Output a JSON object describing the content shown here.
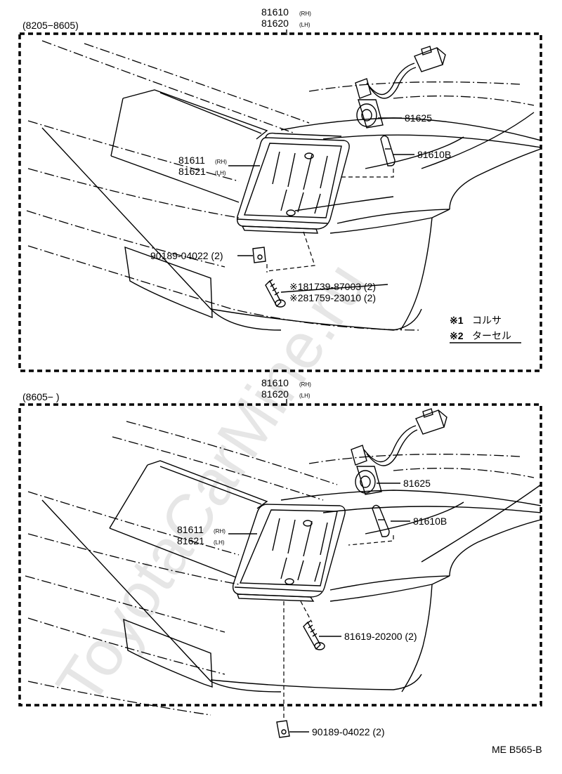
{
  "watermark": "ToyotaCarMine.ru",
  "footer_code": "ME B565-B",
  "legend": {
    "note1_mark": "※1",
    "note1_text": "コルサ",
    "note2_mark": "※2",
    "note2_text": "ターセル"
  },
  "panel_top": {
    "date_range": "(8205−8605)",
    "assembly_rh": "81610",
    "assembly_lh": "81620",
    "lens_rh": "81611",
    "lens_lh": "81621",
    "socket": "81625",
    "bulb": "81610B",
    "clip": "90189-04022 (2)",
    "screw1": "※181739-87003 (2)",
    "screw2": "※281759-23010 (2)"
  },
  "panel_bottom": {
    "date_range": "(8605−         )",
    "assembly_rh": "81610",
    "assembly_lh": "81620",
    "lens_rh": "81611",
    "lens_lh": "81621",
    "socket": "81625",
    "bulb": "81610B",
    "screw": "81619-20200 (2)",
    "clip": "90189-04022 (2)"
  },
  "side_marks": {
    "rh": "(RH)",
    "lh": "(LH)"
  }
}
